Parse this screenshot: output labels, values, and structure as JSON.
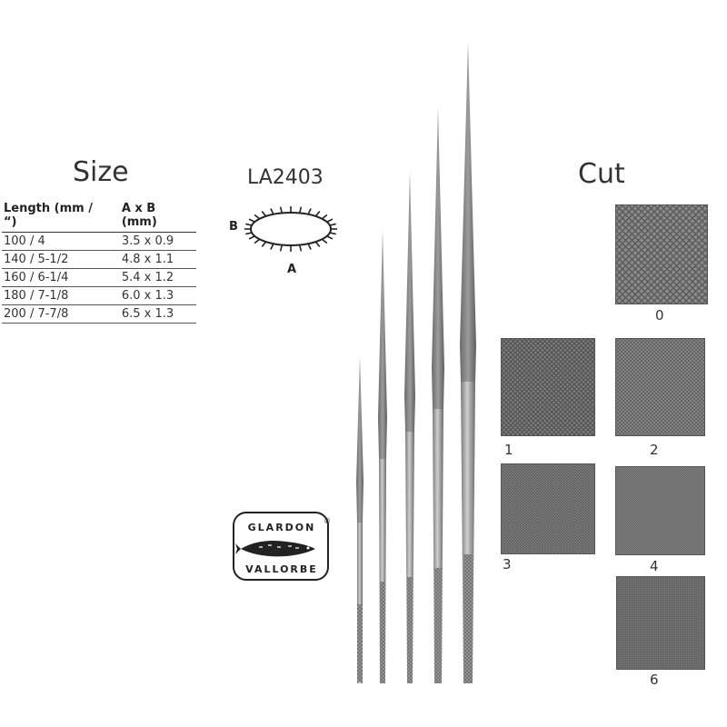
{
  "size": {
    "title": "Size",
    "headers": [
      "Length (mm / “)",
      "A x B (mm)"
    ],
    "rows": [
      [
        "100 / 4",
        "3.5 x 0.9"
      ],
      [
        "140 / 5-1/2",
        "4.8 x 1.1"
      ],
      [
        "160 / 6-1/4",
        "5.4 x 1.2"
      ],
      [
        "180 / 7-1/8",
        "6.0 x 1.3"
      ],
      [
        "200 / 7-7/8",
        "6.5 x 1.3"
      ]
    ]
  },
  "model": {
    "code": "LA2403",
    "label_a": "A",
    "label_b": "B"
  },
  "logo": {
    "top_text": "GLARDON",
    "bottom_text": "VALLORBE",
    "registered": "®",
    "icon": "fish-icon"
  },
  "cut": {
    "title": "Cut",
    "labels": [
      "0",
      "1",
      "2",
      "3",
      "4",
      "6"
    ]
  },
  "colors": {
    "steel_dark": "#6e6e6e",
    "steel_light": "#b9b9b9",
    "text": "#333333"
  }
}
